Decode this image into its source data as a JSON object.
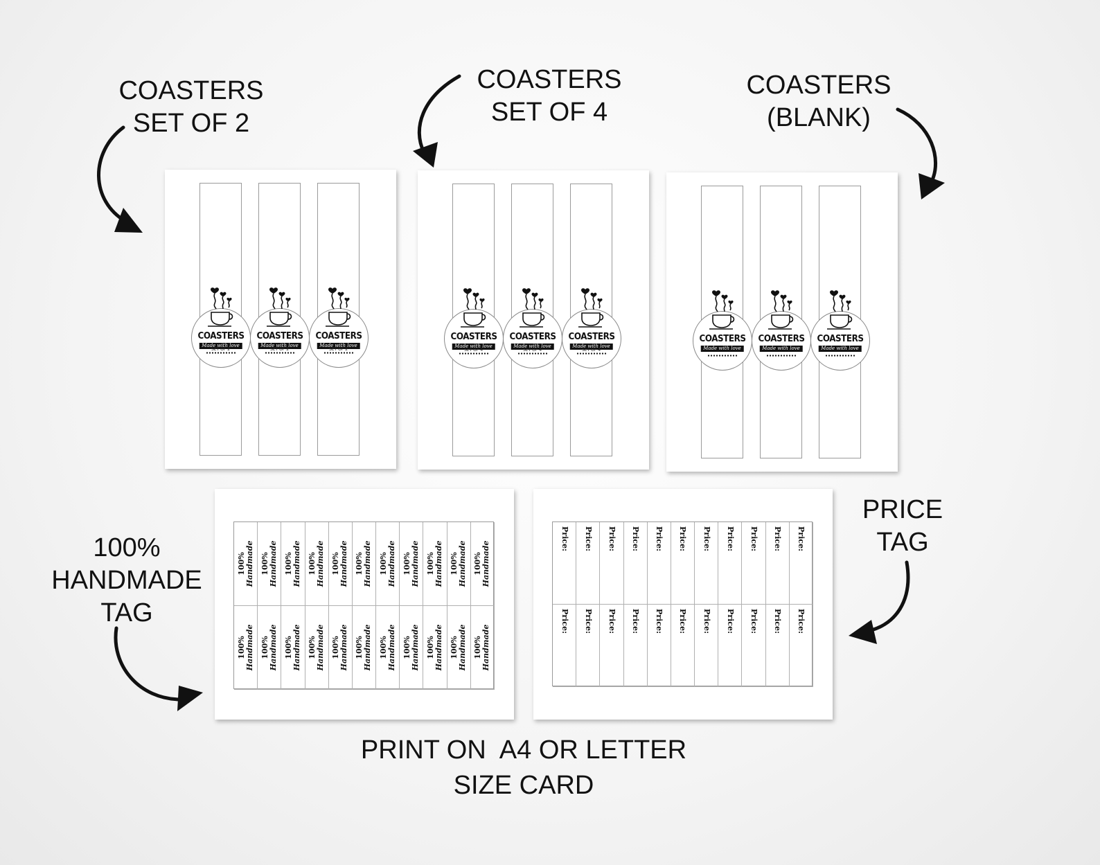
{
  "labels": {
    "coasters_set2": [
      "COASTERS",
      "SET OF 2"
    ],
    "coasters_set4": [
      "COASTERS",
      "SET OF 4"
    ],
    "coasters_blank": [
      "COASTERS",
      "(BLANK)"
    ],
    "handmade_tag": [
      "100%",
      "HANDMADE",
      "TAG"
    ],
    "price_tag": [
      "PRICE",
      "TAG"
    ],
    "footer": [
      "PRINT ON  A4 OR LETTER",
      "SIZE CARD"
    ]
  },
  "emblem": {
    "title": "COASTERS",
    "banner": "Made with love"
  },
  "sheets": {
    "set2": {
      "strip_text": "SET OF 2"
    },
    "set4": {
      "strip_text": "SET OF 4"
    },
    "blank": {
      "strip_text": ""
    }
  },
  "handmade_tags": {
    "line1": "100%",
    "line2": "Handmade",
    "columns": 11,
    "rows": 2
  },
  "price_tags": {
    "text": "Price:",
    "columns": 11,
    "rows": 2
  }
}
